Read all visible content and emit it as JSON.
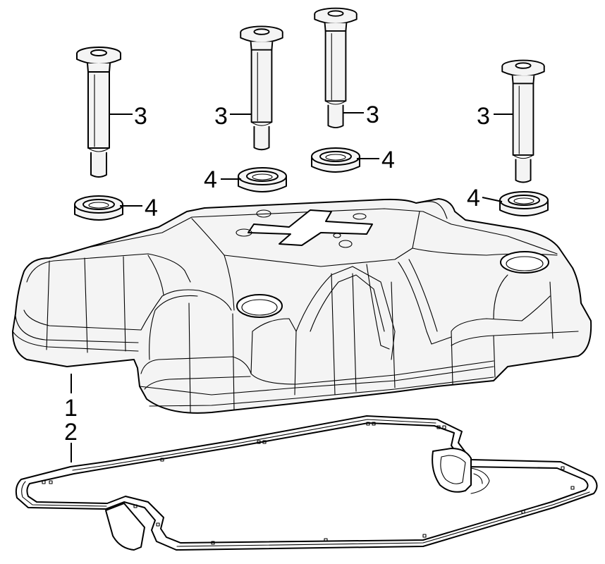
{
  "callouts": {
    "cover": "1",
    "gasket": "2",
    "bolt_a": "3",
    "bolt_b": "3",
    "bolt_c": "3",
    "bolt_d": "3",
    "seal_a": "4",
    "seal_b": "4",
    "seal_c": "4",
    "seal_d": "4"
  },
  "colors": {
    "line": "#000000",
    "fill": "#f4f4f4",
    "background": "#ffffff"
  }
}
